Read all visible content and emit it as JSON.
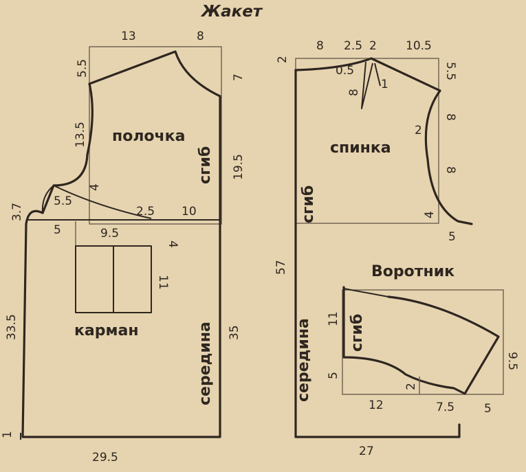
{
  "title": "Жакет",
  "colors": {
    "paper": "#e6d4b0",
    "ink": "#2e2620"
  },
  "front": {
    "name": "полочка",
    "fold": "сгиб",
    "center": "середина",
    "pocket": "карман",
    "dims": {
      "top_left": "13",
      "top_right": "8",
      "shoulder_drop": "5.5",
      "right_top": "7",
      "armhole": "13.5",
      "side_19": "19.5",
      "inner_4": "4",
      "lapel": "5.5",
      "left_37": "3.7",
      "dim_25": "2.5",
      "dim_10": "10",
      "dim_5": "5",
      "pocket_w": "9.5",
      "pocket_top": "4",
      "pocket_h": "11",
      "left_height": "33.5",
      "right_height": "35",
      "bottom_width": "29.5",
      "hem": "1"
    }
  },
  "back": {
    "name": "спинка",
    "fold": "сгиб",
    "center": "середина",
    "dims": {
      "top_8": "8",
      "top_25": "2.5",
      "top_2": "2",
      "top_105": "10.5",
      "left_2": "2",
      "dart_05": "0.5",
      "dart_8": "8",
      "dart_1": "1",
      "right_55": "5.5",
      "arm_8a": "8",
      "arm_2": "2",
      "arm_8b": "8",
      "arm_4": "4",
      "side_5": "5",
      "length": "57",
      "bottom": "27"
    }
  },
  "collar": {
    "name": "Воротник",
    "fold": "сгиб",
    "dims": {
      "h11": "11",
      "h5": "5",
      "d2": "2",
      "w12": "12",
      "w75": "7.5",
      "w5": "5",
      "r95": "9.5"
    }
  }
}
